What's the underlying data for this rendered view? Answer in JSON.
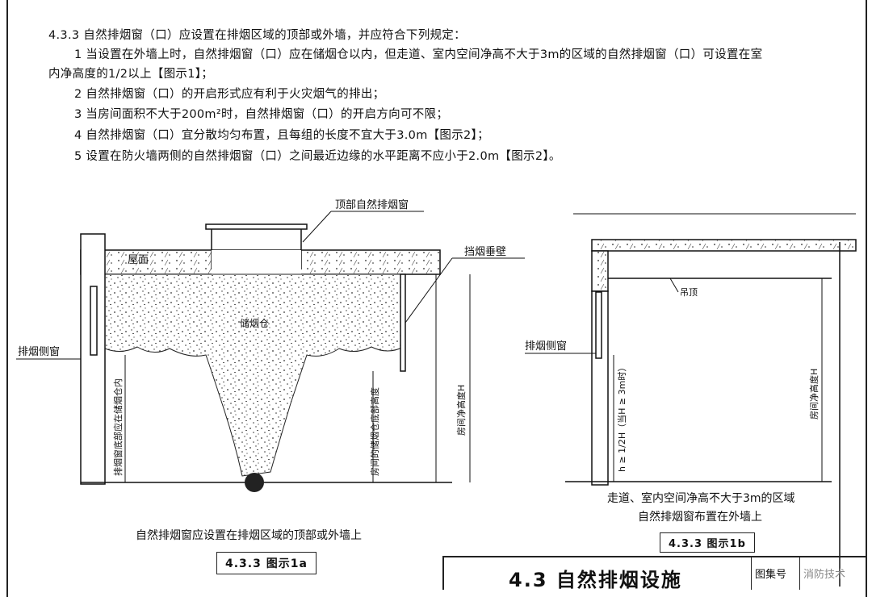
{
  "text": {
    "clause_heading": "4.3.3  自然排烟窗（口）应设置在排烟区域的顶部或外墙，并应符合下列规定：",
    "item1_line1": "1  当设置在外墙上时，自然排烟窗（口）应在储烟仓以内，但走道、室内空间净高不大于3m的区域的自然排烟窗（口）可设置在室",
    "item1_line2": "内净高度的1/2以上【图示1】；",
    "item2": "2  自然排烟窗（口）的开启形式应有利于火灾烟气的排出；",
    "item3": "3  当房间面积不大于200m²时，自然排烟窗（口）的开启方向可不限；",
    "item4": "4  自然排烟窗（口）宜分散均匀布置，且每组的长度不宜大于3.0m【图示2】；",
    "item5": "5  设置在防火墙两侧的自然排烟窗（口）之间最近边缘的水平距离不应小于2.0m【图示2】。"
  },
  "figure_1a": {
    "label_top_window": "顶部自然排烟窗",
    "label_roof": "屋面",
    "label_curtain": "挡烟垂壁",
    "label_reservoir": "储烟仓",
    "label_side_window": "排烟侧窗",
    "label_window_bottom": "排烟窗底部应在储烟仓内",
    "label_reservoir_bottom": "房间的储烟仓底部高度",
    "label_room_height": "房间净高度H",
    "caption": "自然排烟窗应设置在排烟区域的顶部或外墙上",
    "fig_label": "4.3.3  图示1a"
  },
  "figure_1b": {
    "label_ceiling": "吊顶",
    "label_side_window": "排烟侧窗",
    "label_h": "h ≥ 1/2H（当H ≥ 3m时）",
    "label_room_height": "房间净高度H",
    "caption_line1": "走道、室内空间净高不大于3m的区域",
    "caption_line2": "自然排烟窗布置在外墙上",
    "fig_label": "4.3.3  图示1b"
  },
  "title_block": {
    "title": "4.3  自然排烟设施",
    "cell_label": "图集号",
    "watermark": "消防技术"
  }
}
